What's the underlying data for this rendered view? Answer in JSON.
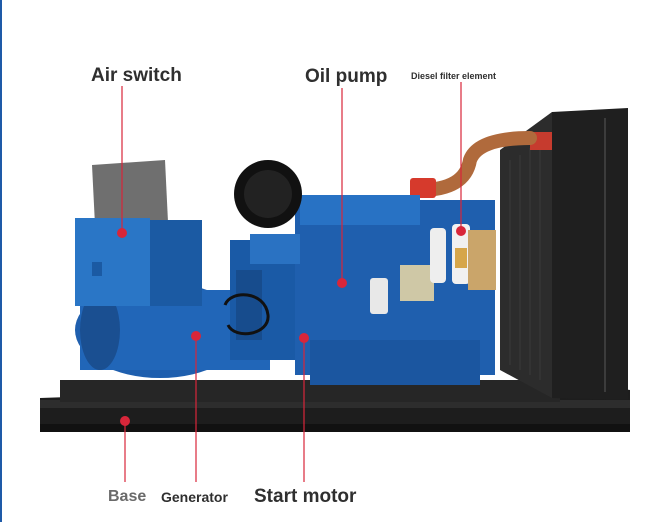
{
  "labels": {
    "air_switch": "Air switch",
    "oil_pump": "Oil pump",
    "diesel_filter": "Diesel filter element",
    "base": "Base",
    "generator": "Generator",
    "start_motor": "Start motor"
  },
  "colors": {
    "engine_blue": "#1f5fae",
    "dark_blue": "#143f7a",
    "callout_red": "#d8263a",
    "frame": "#1b1b1b",
    "radiator": "#222222",
    "label_text": "#2f2f2f"
  }
}
